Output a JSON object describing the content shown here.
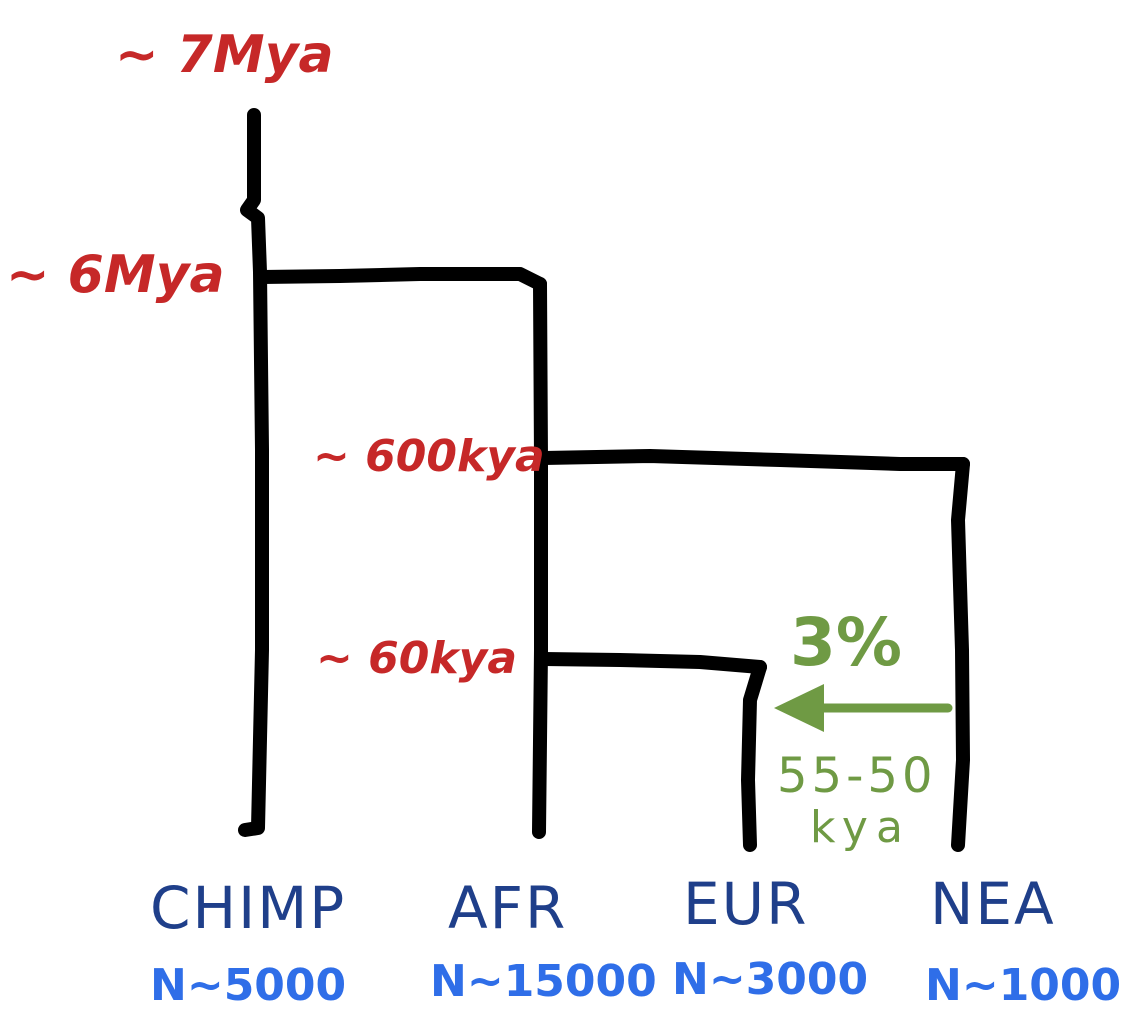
{
  "colors": {
    "tree": "#000000",
    "time": "#c62828",
    "population": "#1f3f8a",
    "size": "#2f6ee8",
    "admixture": "#6f9a44"
  },
  "times": {
    "root": "~ 7Mya",
    "chimp_split": "~ 6Mya",
    "nea_split": "~ 600kya",
    "eur_split": "~ 60kya"
  },
  "admixture": {
    "percent": "3%",
    "time": "55-50",
    "unit": "kya",
    "direction": "NEA → EUR",
    "icon": "arrow-left-icon"
  },
  "populations": [
    {
      "name": "CHIMP",
      "size": "N~5000"
    },
    {
      "name": "AFR",
      "size": "N~15000"
    },
    {
      "name": "EUR",
      "size": "N~3000"
    },
    {
      "name": "NEA",
      "size": "N~1000"
    }
  ]
}
